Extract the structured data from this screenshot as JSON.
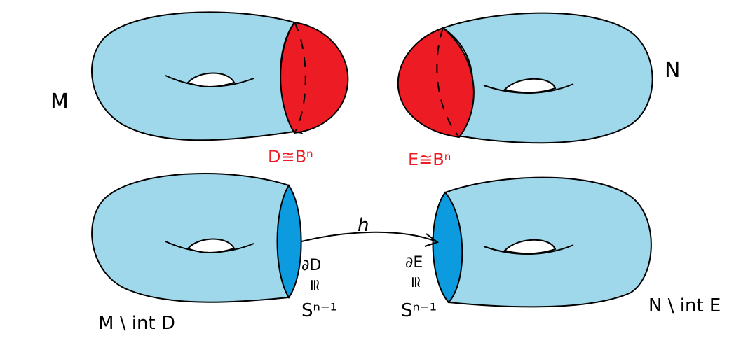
{
  "colors": {
    "torus": "#9fd8ea",
    "disk_red": "#ed1c24",
    "disk_blue": "#0c9bdf",
    "ink": "#000000",
    "label_red": "#ed1c24"
  },
  "labels": {
    "M": "M",
    "N": "N",
    "D_label": "D≅Bⁿ",
    "E_label": "E≅Bⁿ",
    "M_minus_D": "M \\ int D",
    "N_minus_E": "N \\ int E",
    "map_h": "h",
    "dD": "∂D",
    "dE": "∂E",
    "iso": "≅",
    "sphere_left": "Sⁿ⁻¹",
    "sphere_right": "Sⁿ⁻¹"
  }
}
